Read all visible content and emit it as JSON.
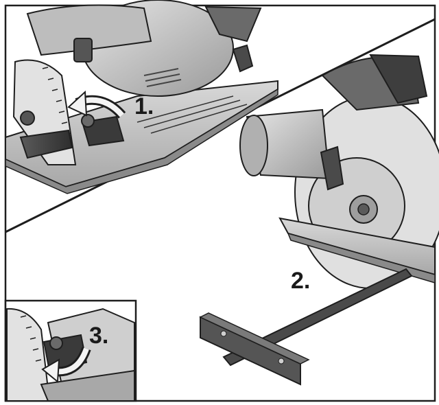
{
  "steps": [
    {
      "label": "1."
    },
    {
      "label": "2."
    },
    {
      "label": "3."
    }
  ],
  "colors": {
    "outline": "#1e1e1e",
    "tool_dark": "#4a4a4a",
    "tool_mid": "#8c8c8c",
    "tool_light": "#d9d9d9",
    "background": "#ffffff"
  },
  "icons": {
    "step1_arrow": "rotate-arrow-icon",
    "step3_arrow": "rotate-arrow-icon"
  }
}
